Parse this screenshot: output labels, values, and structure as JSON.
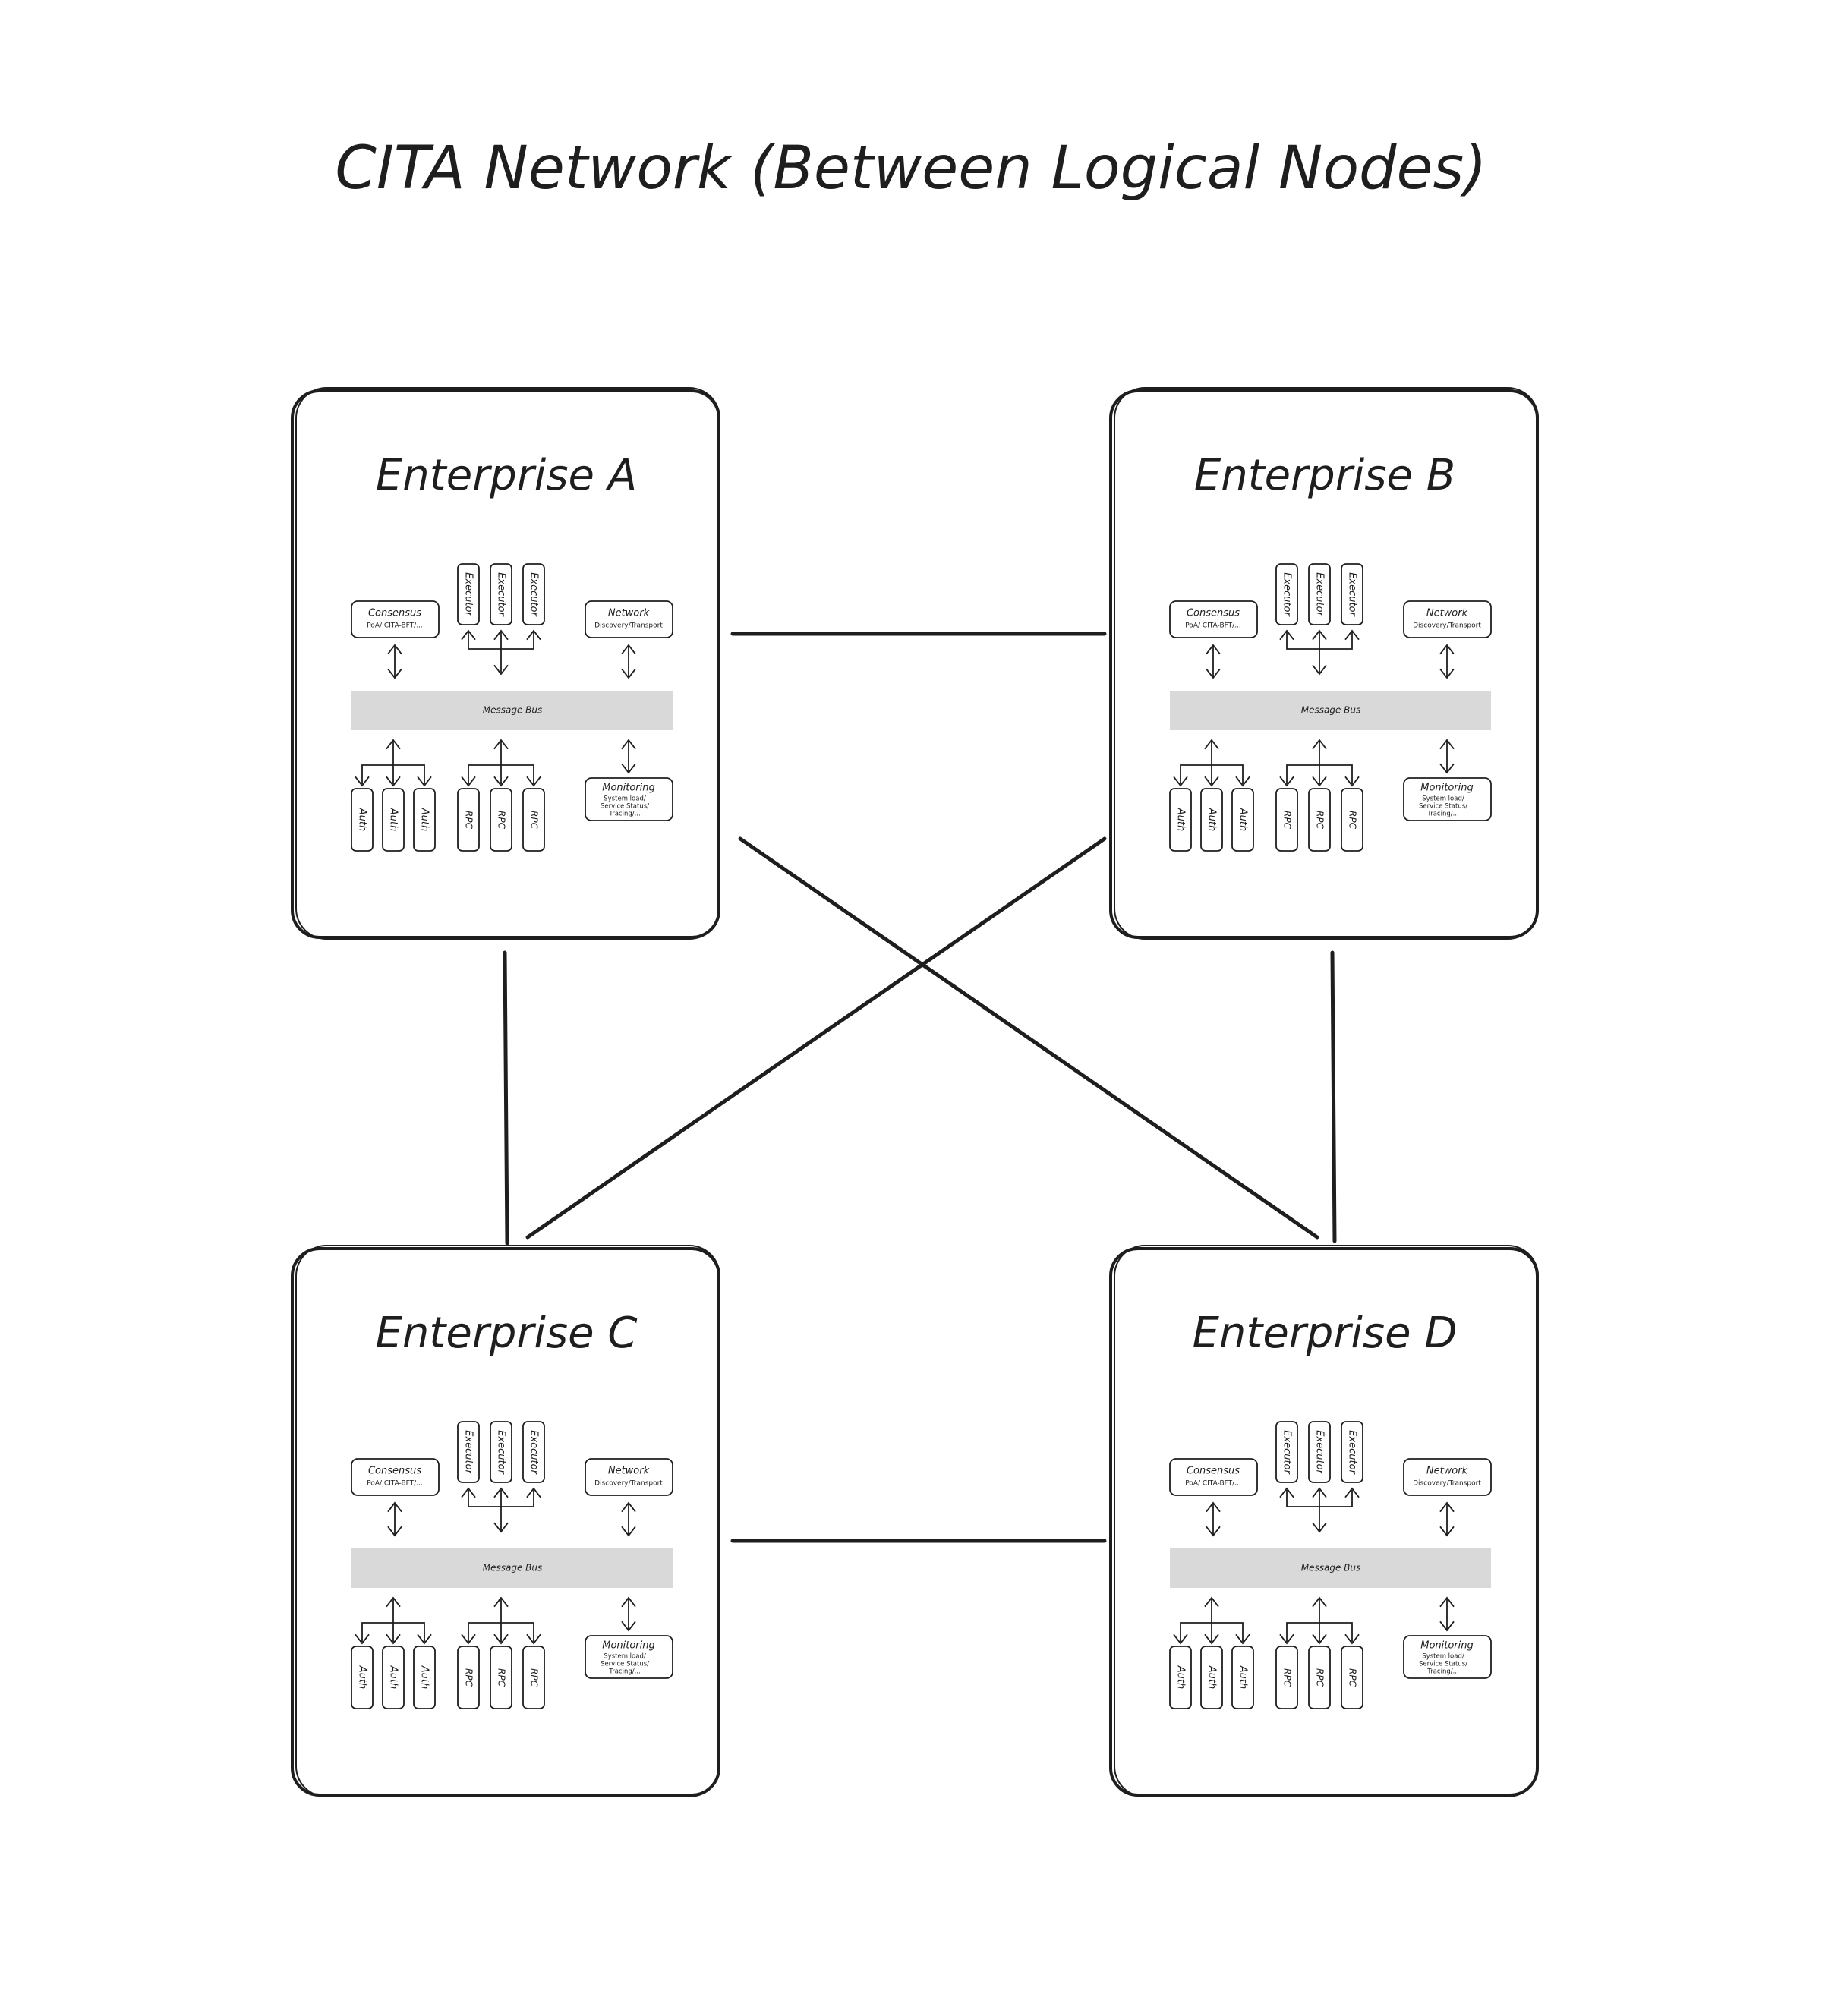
{
  "title": "CITA Network (Between Logical Nodes)",
  "colors": {
    "ink": "#1e1e1e",
    "bus": "#d9d9d9",
    "background": "#ffffff"
  },
  "modules": {
    "consensus": {
      "label": "Consensus",
      "sub": "PoA/ CITA-BFT/..."
    },
    "network": {
      "label": "Network",
      "sub": "Discovery/Transport"
    },
    "monitoring": {
      "label": "Monitoring",
      "sub": [
        "System load/",
        "Service Status/",
        "Tracing/..."
      ]
    },
    "executor": "Executor",
    "bus": "Message Bus",
    "auth": "Auth",
    "rpc": "RPC"
  },
  "enterprises": [
    {
      "label": "Enterprise A"
    },
    {
      "label": "Enterprise B"
    },
    {
      "label": "Enterprise C"
    },
    {
      "label": "Enterprise D"
    }
  ],
  "connections": [
    {
      "from": "Enterprise A",
      "to": "Enterprise B"
    },
    {
      "from": "Enterprise C",
      "to": "Enterprise D"
    },
    {
      "from": "Enterprise A",
      "to": "Enterprise C"
    },
    {
      "from": "Enterprise B",
      "to": "Enterprise D"
    },
    {
      "from": "Enterprise A",
      "to": "Enterprise D"
    },
    {
      "from": "Enterprise B",
      "to": "Enterprise C"
    }
  ]
}
